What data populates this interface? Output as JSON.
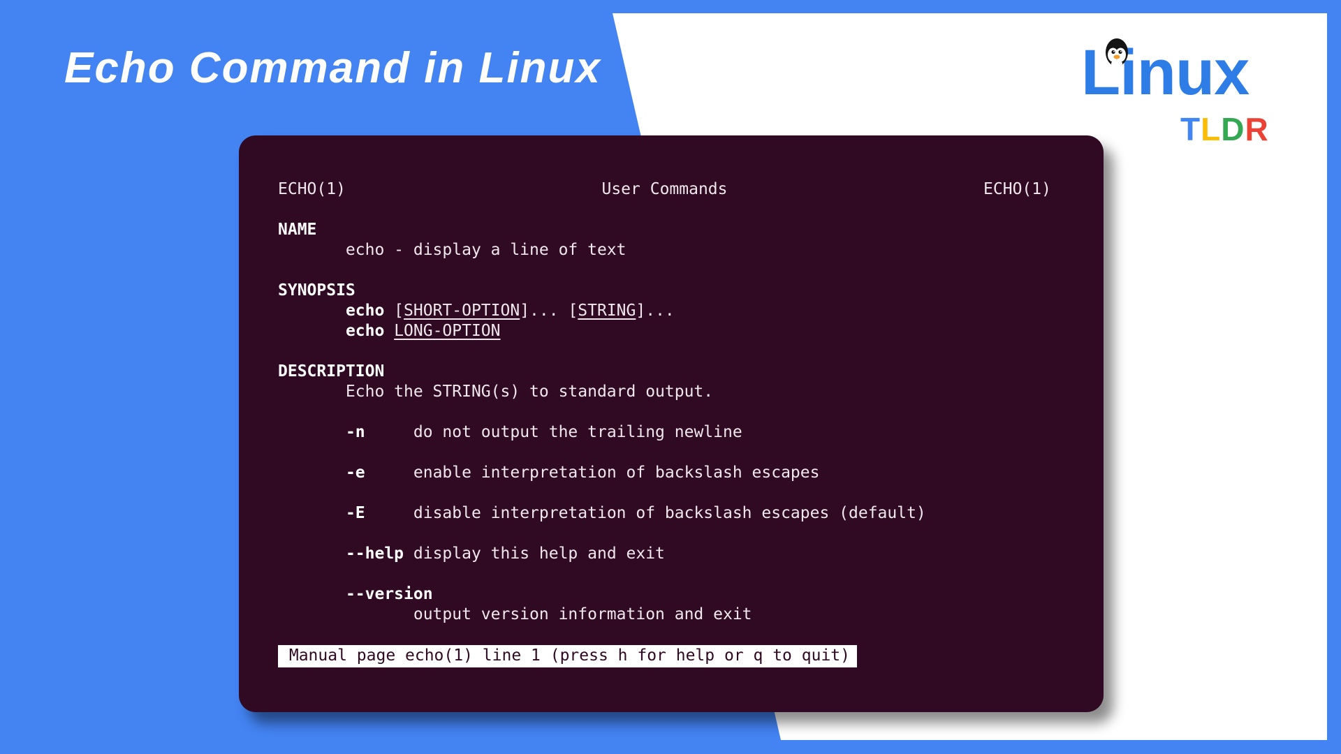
{
  "page": {
    "title": "Echo Command in Linux",
    "background_color": "#4383F2",
    "panel_color": "#FFFFFF"
  },
  "logo": {
    "brand": "Linux",
    "brand_color": "#2E7CE6",
    "penguin_icon": "penguin-mascot",
    "sub_brand_letters": [
      {
        "char": "T",
        "color": "#4285F4"
      },
      {
        "char": "L",
        "color": "#FBBC05"
      },
      {
        "char": "D",
        "color": "#34A853"
      },
      {
        "char": "R",
        "color": "#EA4335"
      }
    ]
  },
  "terminal": {
    "background_color": "#2F0A22",
    "text_color": "#F0E7ED",
    "header": {
      "left": "ECHO(1)",
      "center": "User Commands",
      "right": "ECHO(1)"
    },
    "lines": [
      [],
      [
        {
          "t": "NAME",
          "b": true
        }
      ],
      [
        {
          "t": "       echo - display a line of text"
        }
      ],
      [],
      [
        {
          "t": "SYNOPSIS",
          "b": true
        }
      ],
      [
        {
          "t": "       "
        },
        {
          "t": "echo",
          "b": true
        },
        {
          "t": " ["
        },
        {
          "t": "SHORT-OPTION",
          "u": true
        },
        {
          "t": "]... ["
        },
        {
          "t": "STRING",
          "u": true
        },
        {
          "t": "]..."
        }
      ],
      [
        {
          "t": "       "
        },
        {
          "t": "echo",
          "b": true
        },
        {
          "t": " "
        },
        {
          "t": "LONG-OPTION",
          "u": true
        }
      ],
      [],
      [
        {
          "t": "DESCRIPTION",
          "b": true
        }
      ],
      [
        {
          "t": "       Echo the STRING(s) to standard output."
        }
      ],
      [],
      [
        {
          "t": "       "
        },
        {
          "t": "-n",
          "b": true
        },
        {
          "t": "     do not output the trailing newline"
        }
      ],
      [],
      [
        {
          "t": "       "
        },
        {
          "t": "-e",
          "b": true
        },
        {
          "t": "     enable interpretation of backslash escapes"
        }
      ],
      [],
      [
        {
          "t": "       "
        },
        {
          "t": "-E",
          "b": true
        },
        {
          "t": "     disable interpretation of backslash escapes (default)"
        }
      ],
      [],
      [
        {
          "t": "       "
        },
        {
          "t": "--help",
          "b": true
        },
        {
          "t": " display this help and exit"
        }
      ],
      [],
      [
        {
          "t": "       "
        },
        {
          "t": "--version",
          "b": true
        }
      ],
      [
        {
          "t": "              output version information and exit"
        }
      ],
      []
    ],
    "status_bar": " Manual page echo(1) line 1 (press h for help or q to quit)"
  }
}
